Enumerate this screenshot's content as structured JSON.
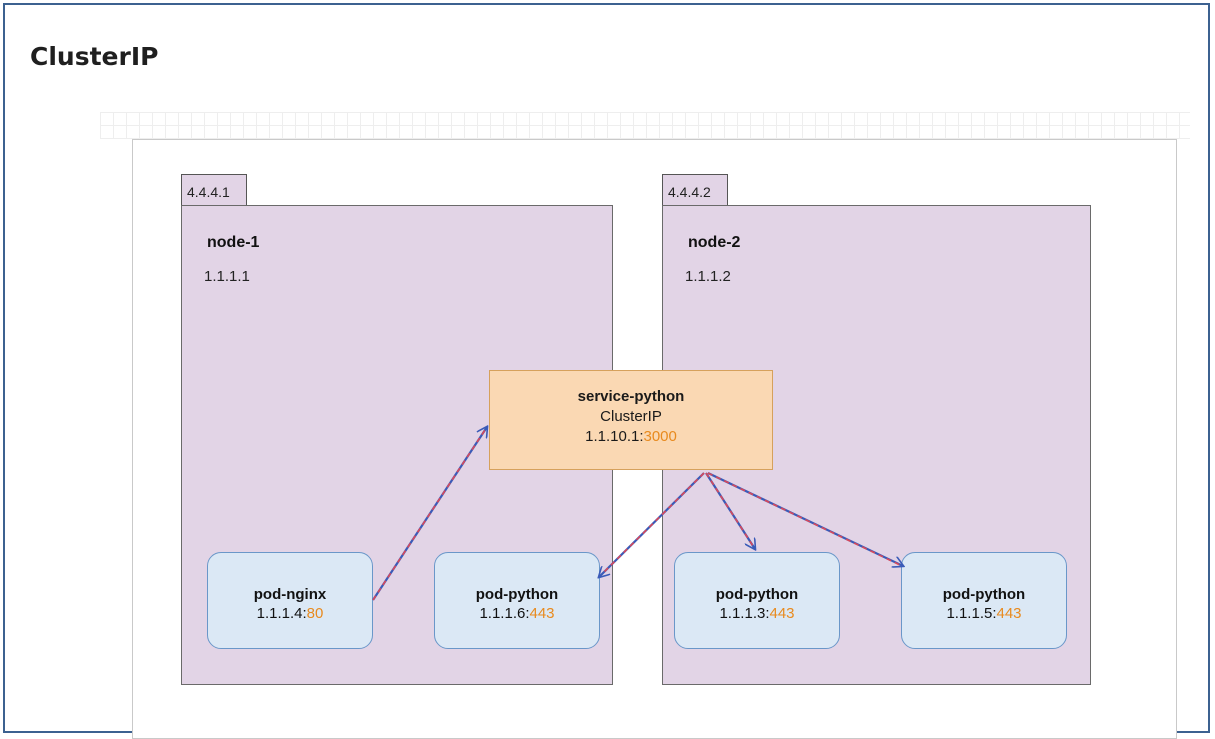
{
  "title": "ClusterIP",
  "nodes": [
    {
      "tag": "4.4.4.1",
      "name": "node-1",
      "ip": "1.1.1.1"
    },
    {
      "tag": "4.4.4.2",
      "name": "node-2",
      "ip": "1.1.1.2"
    }
  ],
  "service": {
    "name": "service-python",
    "type": "ClusterIP",
    "ip": "1.1.10.1:",
    "port": "3000"
  },
  "pods": [
    {
      "name": "pod-nginx",
      "ip": "1.1.1.4:",
      "port": "80"
    },
    {
      "name": "pod-python",
      "ip": "1.1.1.6:",
      "port": "443"
    },
    {
      "name": "pod-python",
      "ip": "1.1.1.3:",
      "port": "443"
    },
    {
      "name": "pod-python",
      "ip": "1.1.1.5:",
      "port": "443"
    }
  ],
  "colors": {
    "node_fill": "#e2d4e6",
    "service_fill": "#fad8b3",
    "pod_fill": "#dbe8f5",
    "arrow_blue": "#3a5bb8",
    "arrow_red": "#d9485a",
    "port_orange": "#e88a1e"
  }
}
